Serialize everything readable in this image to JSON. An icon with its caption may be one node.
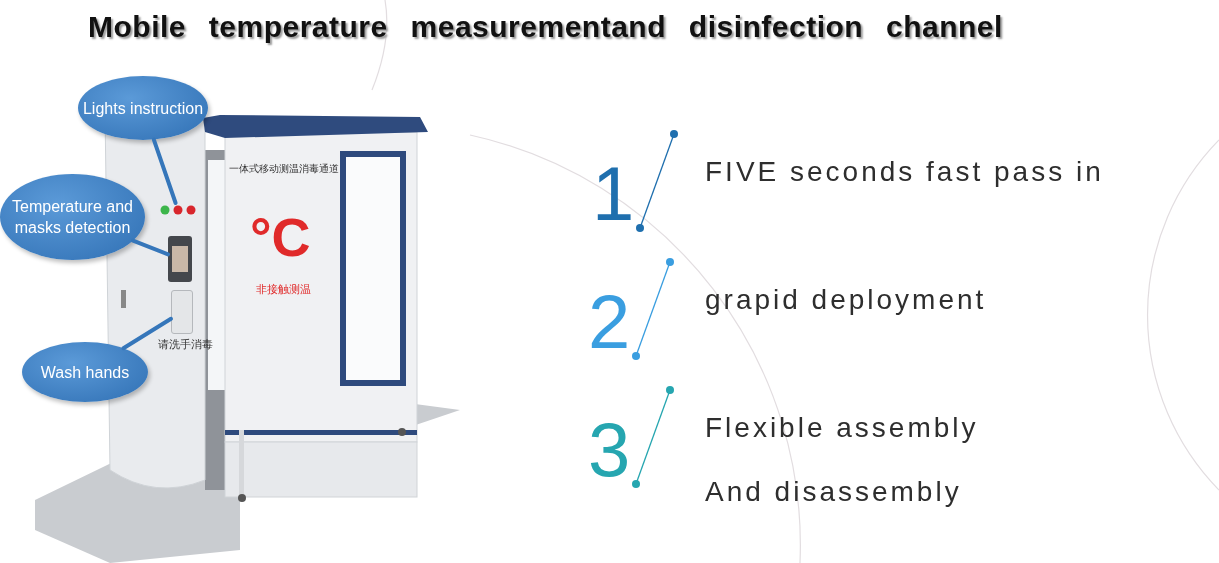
{
  "diagram": {
    "title": "Mobile temperature measurementand disinfection channel",
    "nodes": [
      {
        "text": [
          "Lights instruction"
        ]
      },
      {
        "text": [
          "Temperature and masks detection"
        ]
      },
      {
        "text": [
          "Wash hands"
        ]
      },
      {
        "text": [],
        "shape": "picture"
      },
      {
        "text": [],
        "shape": "box"
      },
      {
        "text": [],
        "shape": "box",
        "beside": [
          "请洗手消毒"
        ]
      }
    ],
    "edges": [
      {
        "from": 0,
        "to": 3,
        "arrow": "none"
      },
      {
        "from": 1,
        "to": 4,
        "arrow": "none"
      },
      {
        "from": 2,
        "to": 5,
        "arrow": "none"
      }
    ],
    "labels": [
      "一体式移动测温消毒通道",
      "°C",
      "非接触测温",
      "1",
      "FIVE seconds fast pass in",
      "2",
      "grapid deployment",
      "3",
      "Flexible assembly",
      "And disassembly"
    ]
  }
}
